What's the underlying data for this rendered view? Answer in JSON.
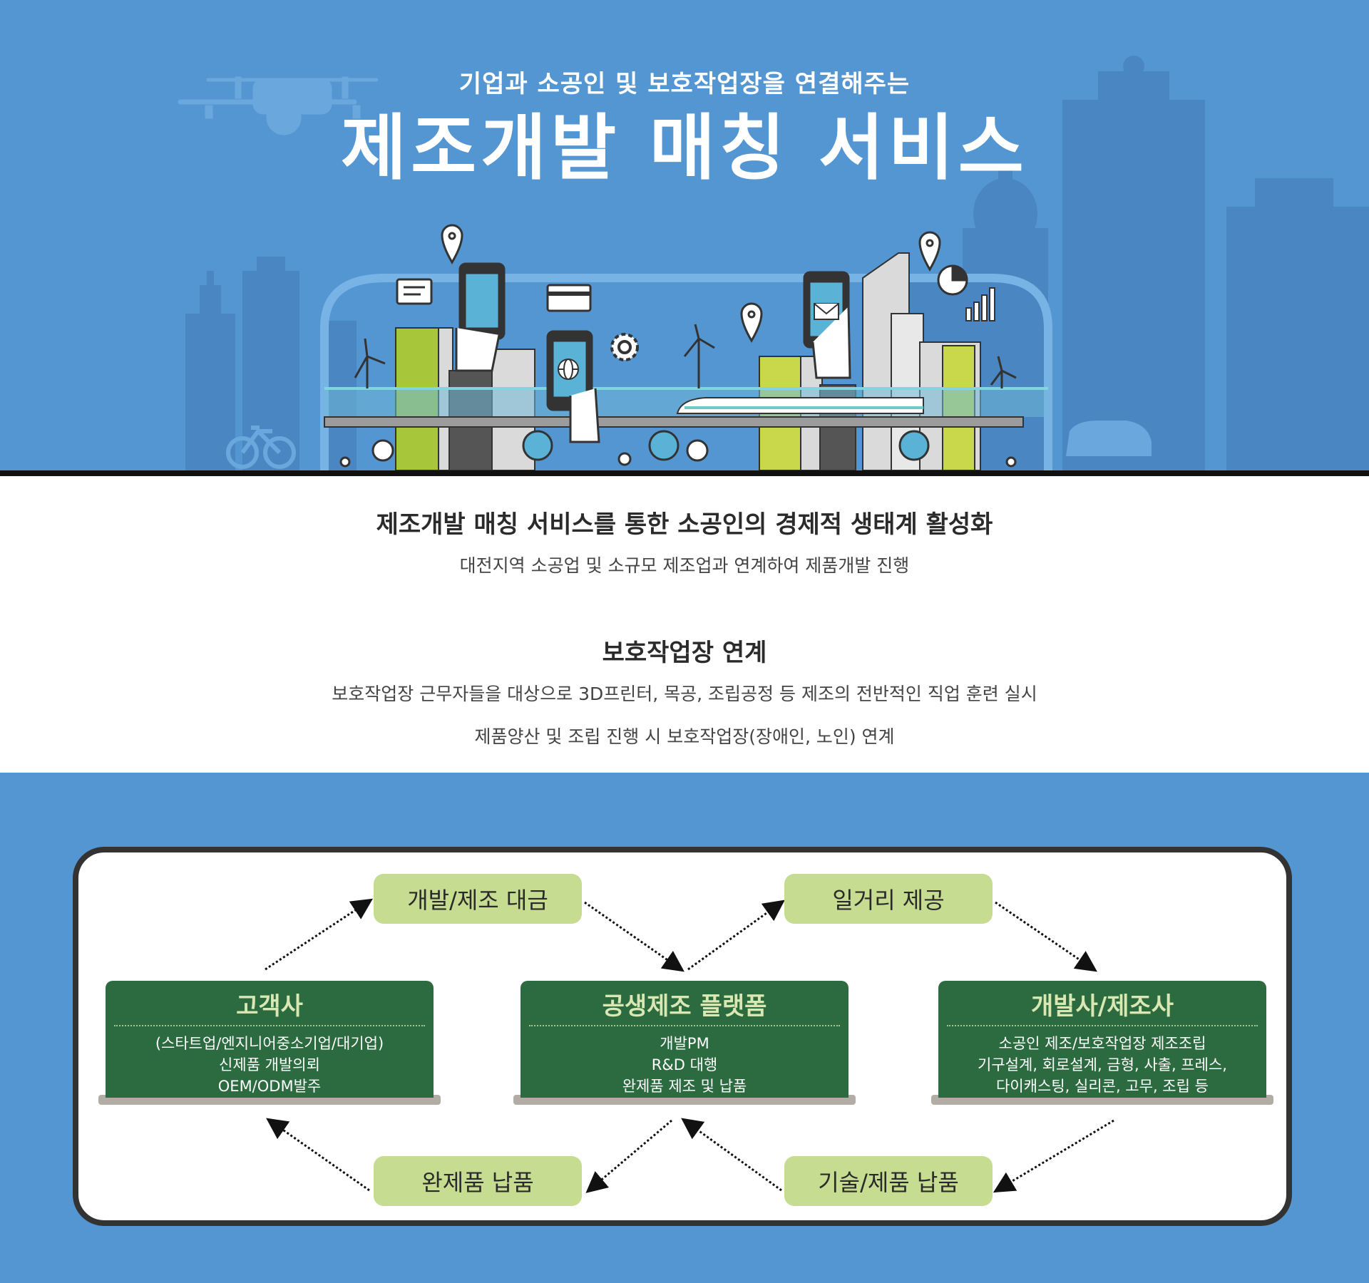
{
  "hero": {
    "subtitle": "기업과 소공인 및 보호작업장을 연결해주는",
    "title": "제조개발 매칭 서비스"
  },
  "intro": {
    "heading": "제조개발 매칭 서비스를 통한 소공인의 경제적 생태계 활성화",
    "text": "대전지역 소공업 및 소규모 제조업과 연계하여 제품개발 진행"
  },
  "workshop": {
    "heading": "보호작업장 연계",
    "lines": [
      "보호작업장 근무자들을 대상으로 3D프린터, 목공, 조립공정 등 제조의 전반적인 직업 훈련 실시",
      "제품양산 및 조립 진행 시 보호작업장(장애인, 노인) 연계"
    ]
  },
  "flow": {
    "labels": {
      "payment": "개발/제조 대금",
      "work": "일거리 제공",
      "delivery": "완제품 납품",
      "tech": "기술/제품 납품"
    },
    "nodes": [
      {
        "title": "고객사",
        "lines": [
          "(스타트업/엔지니어중소기업/대기업)",
          "신제품 개발의뢰",
          "OEM/ODM발주"
        ]
      },
      {
        "title": "공생제조 플랫폼",
        "lines": [
          "개발PM",
          "R&D 대행",
          "완제품 제조 및 납품"
        ]
      },
      {
        "title": "개발사/제조사",
        "lines": [
          "소공인 제조/보호작업장 제조조립",
          "기구설계, 회로설계, 금형, 사출, 프레스,",
          "다이캐스팅, 실리콘, 고무, 조립 등"
        ]
      }
    ]
  },
  "colors": {
    "hero_bg": "#5496d1",
    "node_green": "#2b6b3f",
    "pill_green": "#c6dc91",
    "accent_lime": "#a8c63a"
  },
  "icons": [
    "drone-icon",
    "bicycle-icon",
    "car-icon",
    "map-pin-icon",
    "chat-icon",
    "credit-card-icon",
    "gear-icon",
    "mail-icon",
    "pie-chart-icon",
    "bar-chart-icon",
    "globe-icon",
    "wind-turbine-icon",
    "train-icon"
  ]
}
